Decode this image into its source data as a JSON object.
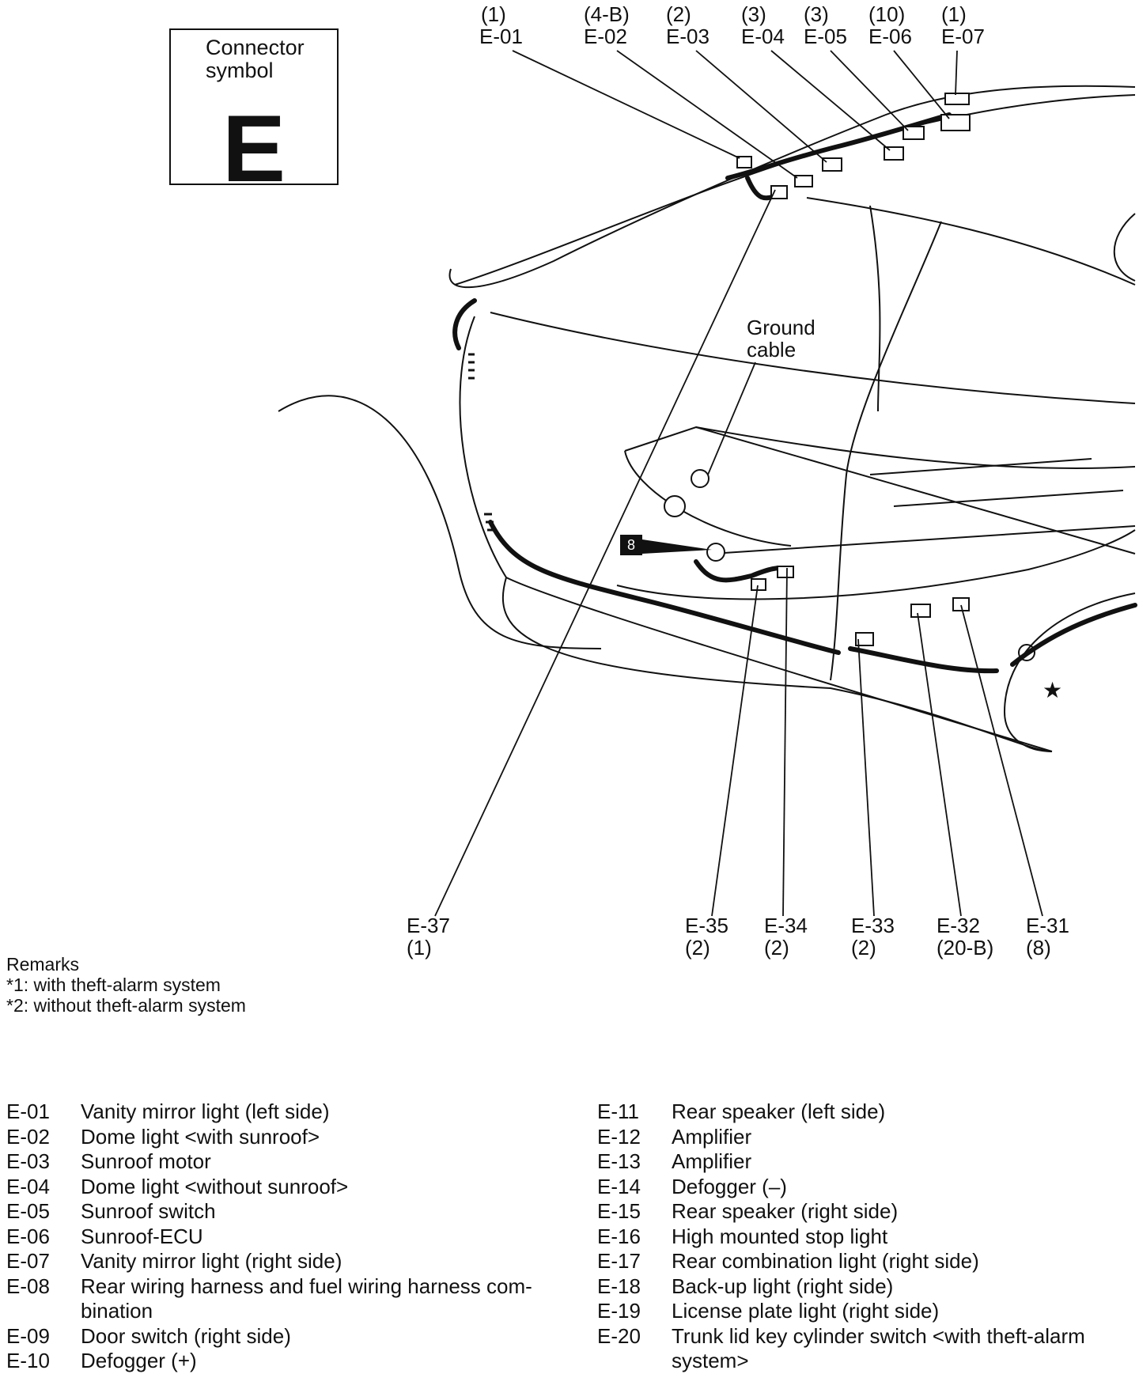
{
  "connector_symbol": {
    "title_line1": "Connector",
    "title_line2": "symbol",
    "letter": "E"
  },
  "top_labels": [
    {
      "pins": "(1)",
      "code": "E-01"
    },
    {
      "pins": "(4-B)",
      "code": "E-02"
    },
    {
      "pins": "(2)",
      "code": "E-03"
    },
    {
      "pins": "(3)",
      "code": "E-04"
    },
    {
      "pins": "(3)",
      "code": "E-05"
    },
    {
      "pins": "(10)",
      "code": "E-06"
    },
    {
      "pins": "(1)",
      "code": "E-07"
    }
  ],
  "bottom_labels": [
    {
      "code": "E-37",
      "pins": "(1)"
    },
    {
      "code": "E-35",
      "pins": "(2)"
    },
    {
      "code": "E-34",
      "pins": "(2)"
    },
    {
      "code": "E-33",
      "pins": "(2)"
    },
    {
      "code": "E-32",
      "pins": "(20-B)"
    },
    {
      "code": "E-31",
      "pins": "(8)"
    }
  ],
  "ground_cable": {
    "line1": "Ground",
    "line2": "cable"
  },
  "ground_badge": "8",
  "remarks": {
    "title": "Remarks",
    "note1": "*1: with theft-alarm system",
    "note2": "*2: without theft-alarm system"
  },
  "legend_left": [
    {
      "code": "E-01",
      "desc": "Vanity mirror light (left side)"
    },
    {
      "code": "E-02",
      "desc": "Dome light <with sunroof>"
    },
    {
      "code": "E-03",
      "desc": "Sunroof motor"
    },
    {
      "code": "E-04",
      "desc": "Dome light <without sunroof>"
    },
    {
      "code": "E-05",
      "desc": "Sunroof switch"
    },
    {
      "code": "E-06",
      "desc": "Sunroof-ECU"
    },
    {
      "code": "E-07",
      "desc": "Vanity mirror light (right side)"
    },
    {
      "code": "E-08",
      "desc": "Rear wiring harness and fuel wiring harness com-bination"
    },
    {
      "code": "E-09",
      "desc": "Door switch (right side)"
    },
    {
      "code": "E-10",
      "desc": "Defogger (+)"
    }
  ],
  "legend_right": [
    {
      "code": "E-11",
      "desc": "Rear speaker (left side)"
    },
    {
      "code": "E-12",
      "desc": "Amplifier"
    },
    {
      "code": "E-13",
      "desc": "Amplifier"
    },
    {
      "code": "E-14",
      "desc": "Defogger (–)"
    },
    {
      "code": "E-15",
      "desc": "Rear speaker (right side)"
    },
    {
      "code": "E-16",
      "desc": "High mounted stop light"
    },
    {
      "code": "E-17",
      "desc": "Rear combination light (right side)"
    },
    {
      "code": "E-18",
      "desc": "Back-up light (right side)"
    },
    {
      "code": "E-19",
      "desc": "License plate light (right side)"
    },
    {
      "code": "E-20",
      "desc": "Trunk lid key cylinder switch <with theft-alarm system>"
    }
  ]
}
